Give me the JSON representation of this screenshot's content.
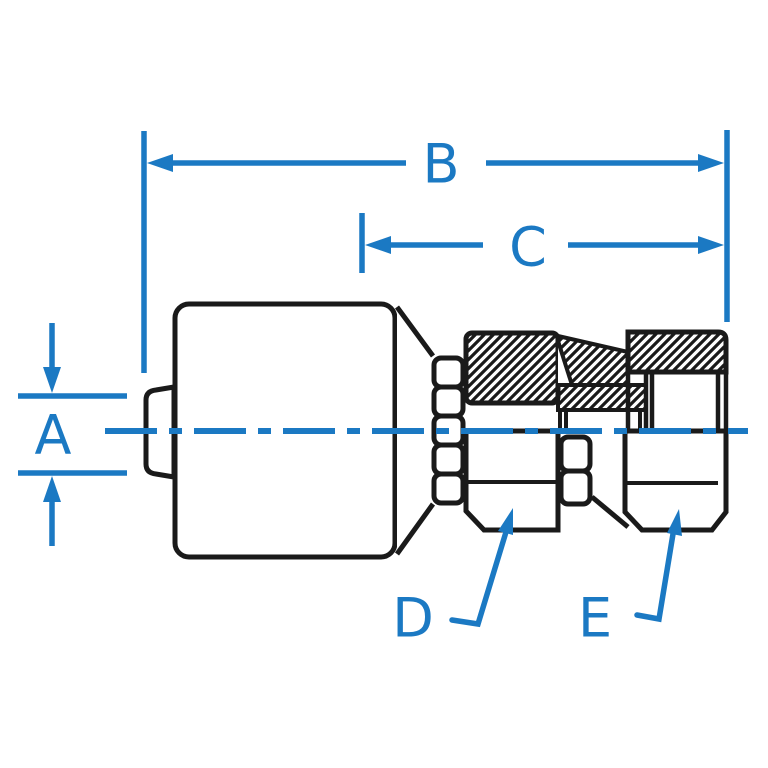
{
  "drawing": {
    "description": "Sectioned engineering drawing of a crimp-style hose fitting with female swivel nut",
    "labels": {
      "a": "A",
      "b": "B",
      "c": "C",
      "d": "D",
      "e": "E"
    },
    "colors": {
      "dimension_blue": "#1b79c3",
      "line_art_black": "#1a1a1a",
      "background": "#ffffff"
    }
  }
}
